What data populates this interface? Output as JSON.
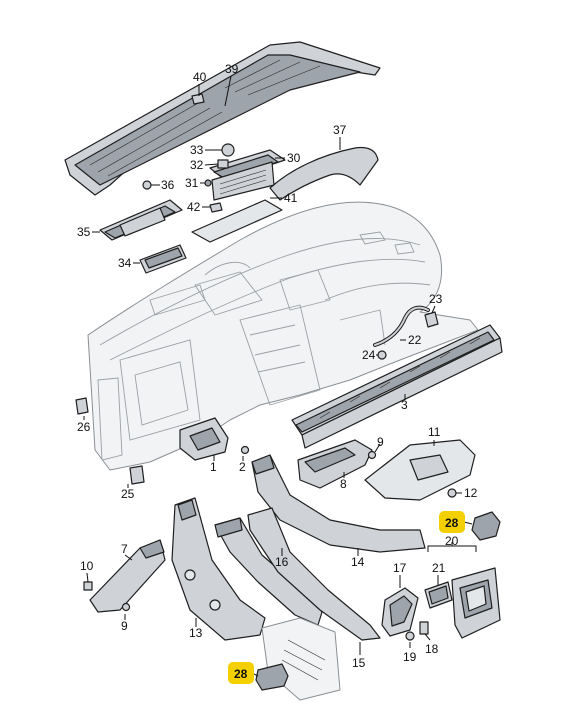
{
  "callouts": [
    {
      "label": "40"
    },
    {
      "label": "39"
    },
    {
      "label": "37"
    },
    {
      "label": "33"
    },
    {
      "label": "32"
    },
    {
      "label": "30"
    },
    {
      "label": "31"
    },
    {
      "label": "36"
    },
    {
      "label": "41"
    },
    {
      "label": "42"
    },
    {
      "label": "35"
    },
    {
      "label": "34"
    },
    {
      "label": "23"
    },
    {
      "label": "22"
    },
    {
      "label": "24"
    },
    {
      "label": "3"
    },
    {
      "label": "26"
    },
    {
      "label": "11"
    },
    {
      "label": "9"
    },
    {
      "label": "2"
    },
    {
      "label": "1"
    },
    {
      "label": "8"
    },
    {
      "label": "12"
    },
    {
      "label": "25"
    },
    {
      "label": "20"
    },
    {
      "label": "21"
    },
    {
      "label": "7"
    },
    {
      "label": "10"
    },
    {
      "label": "9"
    },
    {
      "label": "16"
    },
    {
      "label": "14"
    },
    {
      "label": "17"
    },
    {
      "label": "13"
    },
    {
      "label": "19"
    },
    {
      "label": "18"
    },
    {
      "label": "15"
    }
  ],
  "highlighted_callouts": [
    {
      "label": "28"
    },
    {
      "label": "28"
    }
  ],
  "colors": {
    "highlight": "#f5d000",
    "part_fill": "#cfd3d8",
    "part_dark": "#9ea4ab",
    "outline": "#1f1f1f"
  }
}
